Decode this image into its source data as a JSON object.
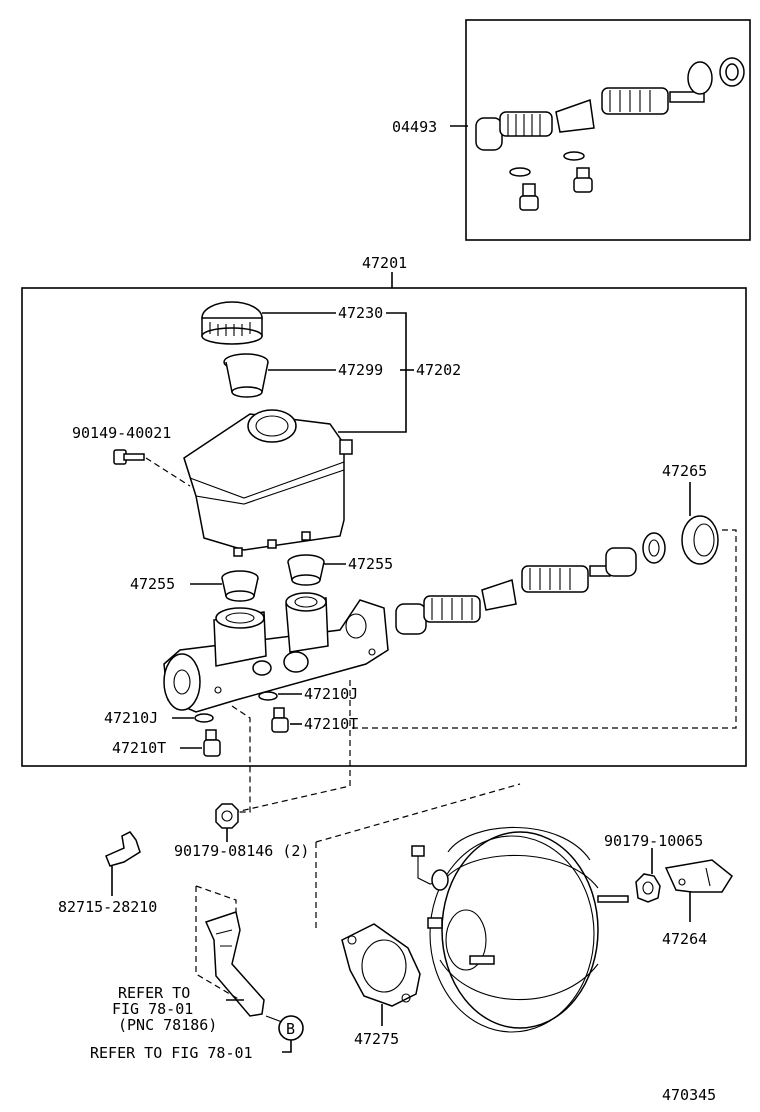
{
  "labels": {
    "kit": "04493",
    "assy": "47201",
    "cap": "47230",
    "strainer": "47299",
    "reservoir": "47202",
    "screw": "90149-40021",
    "seal_ring": "47265",
    "grommet_right": "47255",
    "grommet_left": "47255",
    "gasket_right": "47210J",
    "gasket_left": "47210J",
    "plug_right": "47210T",
    "plug_left": "47210T",
    "nut": "90179-08146 (2)",
    "bracket": "82715-28210",
    "nut2": "90179-10065",
    "clevis": "47264",
    "booster_gasket": "47275",
    "refer1_l1": "REFER TO",
    "refer1_l2": "FIG 78-01",
    "refer1_l3": "(PNC 78186)",
    "refer2": "REFER TO FIG 78-01",
    "ref_circle": "B",
    "figure_no": "470345"
  }
}
